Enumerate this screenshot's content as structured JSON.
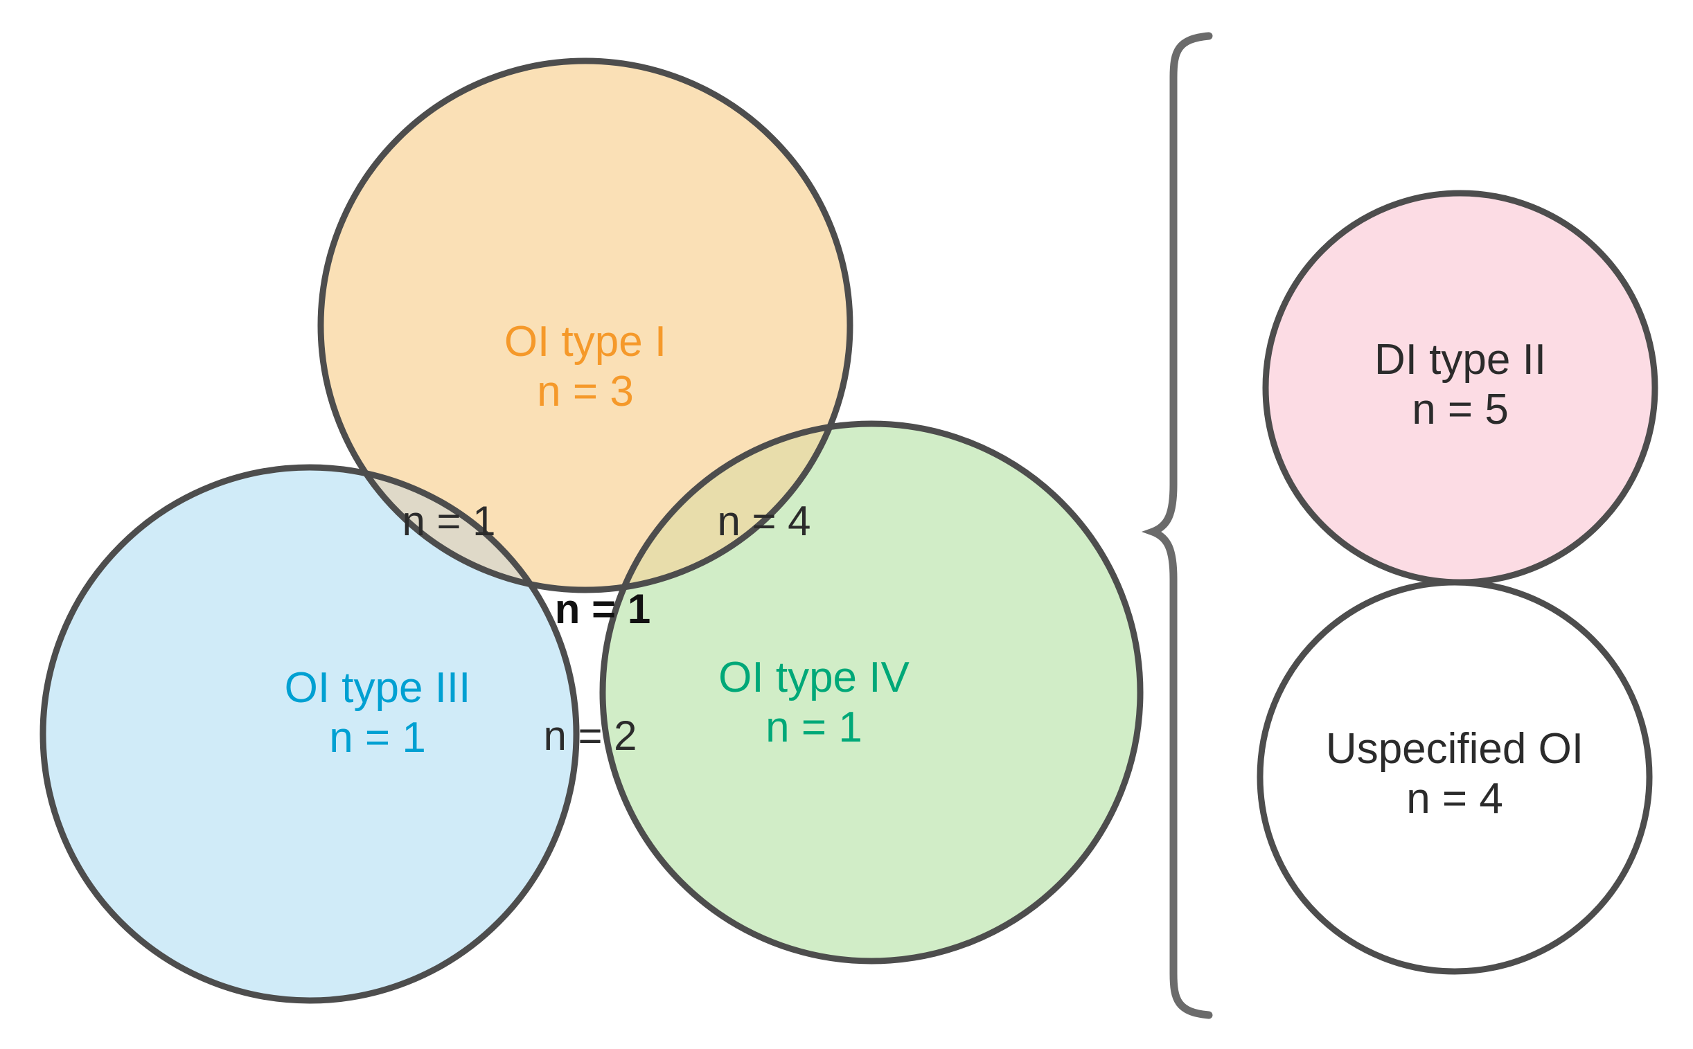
{
  "figure": {
    "type": "venn-diagram",
    "background": "#ffffff",
    "outline_color": "#4d4d4d"
  },
  "chart_data": {
    "type": "venn",
    "title": "",
    "sets": [
      {
        "key": "oi_type_i",
        "label": "OI type I",
        "count_label": "n = 3",
        "value": 3,
        "fill": "#FADDB0",
        "text_color": "#F5992A",
        "stroke": "#4d4d4d"
      },
      {
        "key": "oi_type_iii",
        "label": "OI type III",
        "count_label": "n = 1",
        "value": 1,
        "fill": "#CCE9F7",
        "text_color": "#00A0D2",
        "stroke": "#4d4d4d"
      },
      {
        "key": "oi_type_iv",
        "label": "OI type IV",
        "count_label": "n = 1",
        "value": 1,
        "fill": "#CDEBC2",
        "text_color": "#00A878",
        "stroke": "#4d4d4d"
      }
    ],
    "intersections": [
      {
        "key": "i_and_iii",
        "sets": [
          "OI type I",
          "OI type III"
        ],
        "count_label": "n = 1",
        "value": 1,
        "emphasis": "normal"
      },
      {
        "key": "i_and_iv",
        "sets": [
          "OI type I",
          "OI type IV"
        ],
        "count_label": "n = 4",
        "value": 4,
        "emphasis": "normal"
      },
      {
        "key": "iii_and_iv",
        "sets": [
          "OI type III",
          "OI type IV"
        ],
        "count_label": "n = 2",
        "value": 2,
        "emphasis": "normal"
      },
      {
        "key": "i_and_iii_and_iv",
        "sets": [
          "OI type I",
          "OI type III",
          "OI type IV"
        ],
        "count_label": "n = 1",
        "value": 1,
        "emphasis": "bold"
      }
    ],
    "separate_groups": [
      {
        "key": "di_type_ii",
        "label": "DI type II",
        "count_label": "n = 5",
        "value": 5,
        "fill": "#FCDCE4",
        "text_color": "#2b2b2b",
        "stroke": "#4d4d4d"
      },
      {
        "key": "uspecified_oi",
        "label": "Uspecified OI",
        "count_label": "n = 4",
        "value": 4,
        "fill": "#ffffff",
        "text_color": "#2b2b2b",
        "stroke": "#4d4d4d"
      }
    ],
    "brace": {
      "orientation": "right-pointing",
      "color": "#6b6b6b",
      "groups_bracketed": [
        "DI type II",
        "Uspecified OI"
      ]
    }
  },
  "venn": {
    "set_i": {
      "label": "OI type I",
      "count": "n = 3"
    },
    "set_iii": {
      "label": "OI type III",
      "count": "n = 1"
    },
    "set_iv": {
      "label": "OI type IV",
      "count": "n = 1"
    },
    "overlap_i_iii": "n = 1",
    "overlap_i_iv": "n = 4",
    "overlap_iii_iv": "n = 2",
    "overlap_all_three": "n = 1"
  },
  "side_groups": {
    "group_a": {
      "label": "DI type II",
      "count": "n = 5"
    },
    "group_b": {
      "label": "Uspecified OI",
      "count": "n = 4"
    }
  }
}
